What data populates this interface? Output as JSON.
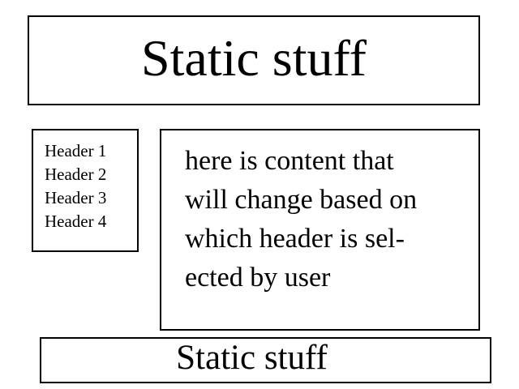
{
  "header": {
    "title": "Static stuff"
  },
  "nav": {
    "items": [
      {
        "label": "Header 1"
      },
      {
        "label": "Header 2"
      },
      {
        "label": "Header 3"
      },
      {
        "label": "Header 4"
      }
    ]
  },
  "content": {
    "lines": [
      "here is content that",
      "will change based on",
      "which header is sel-",
      "ected by user"
    ]
  },
  "footer": {
    "title": "Static stuff"
  },
  "colors": {
    "border": "#000000",
    "background": "#ffffff",
    "text": "#000000"
  }
}
